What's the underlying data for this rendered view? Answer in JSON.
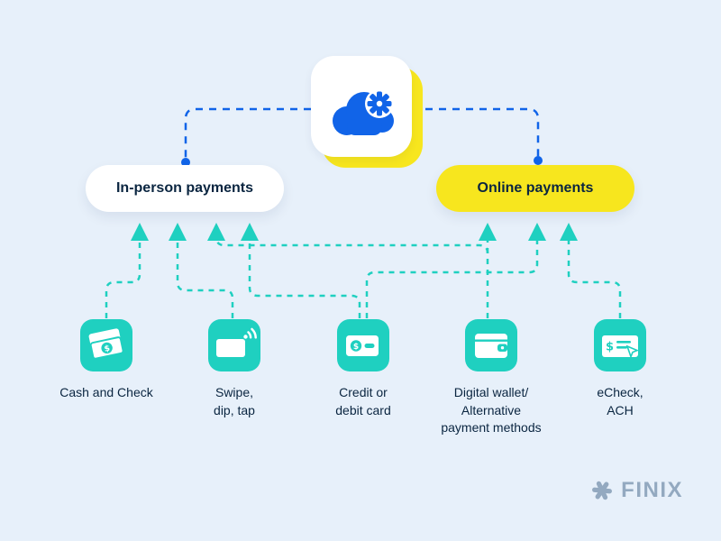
{
  "pills": {
    "in_person": "In-person payments",
    "online": "Online payments"
  },
  "methods": [
    {
      "name": "cash-and-check",
      "label": "Cash and Check"
    },
    {
      "name": "swipe-dip-tap",
      "label": "Swipe,\ndip, tap"
    },
    {
      "name": "credit-or-debit-card",
      "label": "Credit or\ndebit card"
    },
    {
      "name": "digital-wallet",
      "label": "Digital wallet/\nAlternative\npayment methods"
    },
    {
      "name": "echeck-ach",
      "label": "eCheck,\nACH"
    }
  ],
  "connections": [
    {
      "from": "cloud",
      "to": "in-person-payments"
    },
    {
      "from": "cloud",
      "to": "online-payments"
    },
    {
      "from": "cash-and-check",
      "to": "in-person-payments"
    },
    {
      "from": "swipe-dip-tap",
      "to": "in-person-payments"
    },
    {
      "from": "credit-or-debit-card",
      "to": "in-person-payments"
    },
    {
      "from": "credit-or-debit-card",
      "to": "online-payments"
    },
    {
      "from": "digital-wallet",
      "to": "in-person-payments"
    },
    {
      "from": "digital-wallet",
      "to": "online-payments"
    },
    {
      "from": "echeck-ach",
      "to": "online-payments"
    }
  ],
  "logo": {
    "text": "FINIX"
  },
  "colors": {
    "background": "#e7f0fa",
    "teal": "#1fd0c0",
    "blue": "#1164e8",
    "yellow": "#f7e61e",
    "navy": "#0a2540",
    "logo_gray": "#93a9c0"
  }
}
